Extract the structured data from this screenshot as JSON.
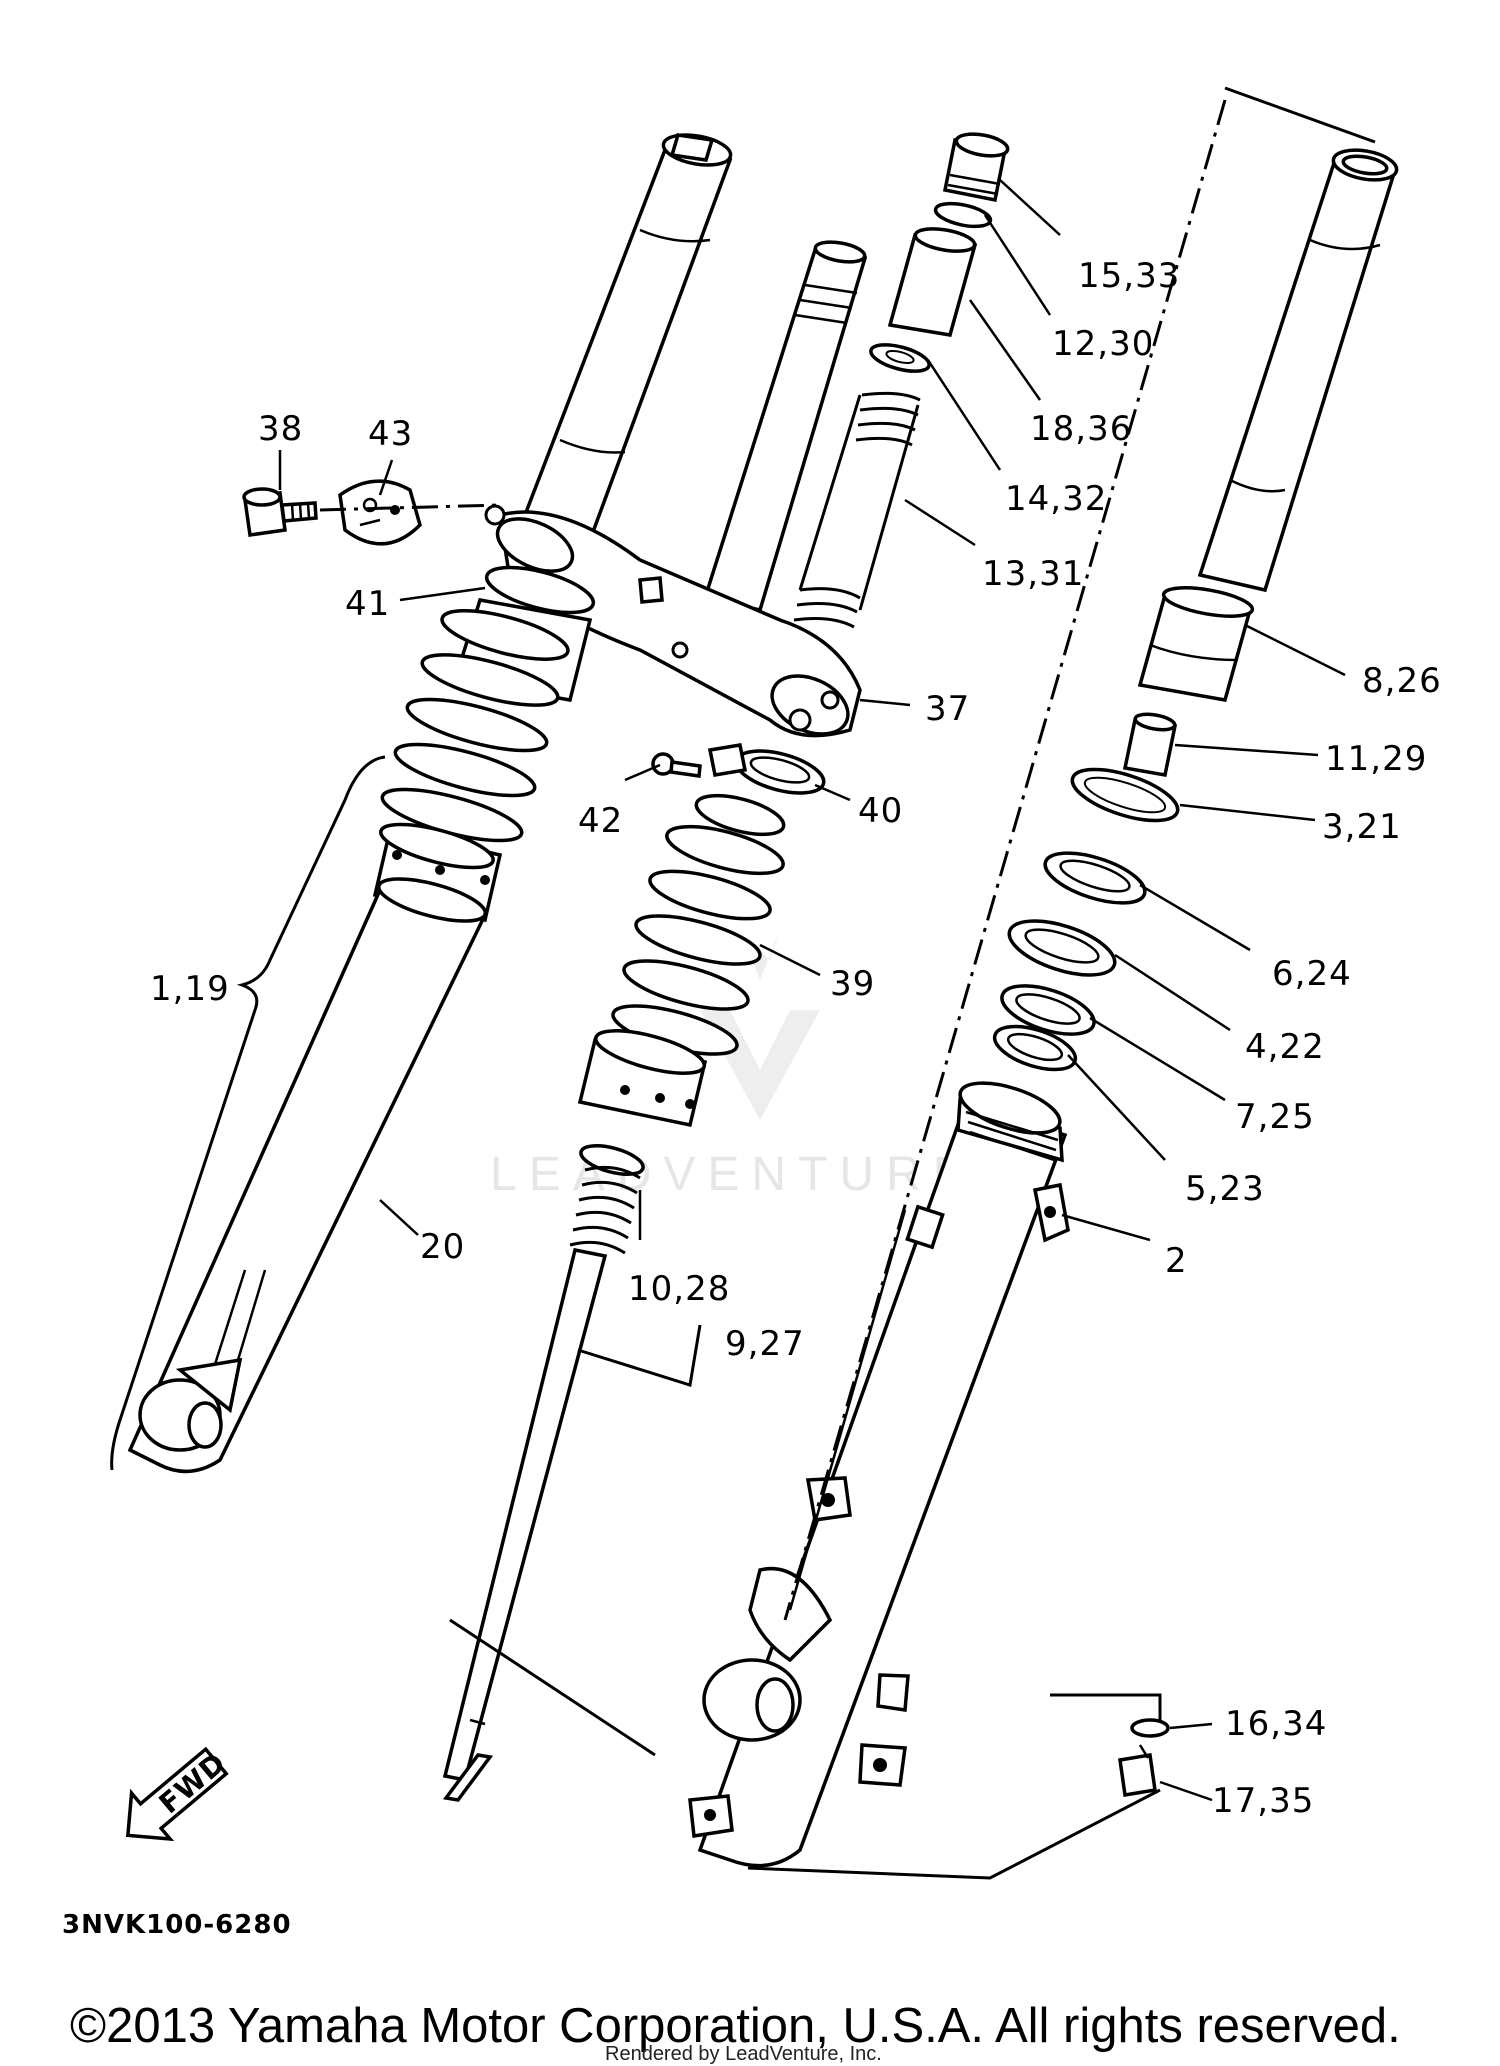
{
  "labels": [
    {
      "id": "p15-33",
      "text": "15,33"
    },
    {
      "id": "p12-30",
      "text": "12,30"
    },
    {
      "id": "p18-36",
      "text": "18,36"
    },
    {
      "id": "p14-32",
      "text": "14,32"
    },
    {
      "id": "p13-31",
      "text": "13,31"
    },
    {
      "id": "p38",
      "text": "38"
    },
    {
      "id": "p43",
      "text": "43"
    },
    {
      "id": "p41",
      "text": "41"
    },
    {
      "id": "p37",
      "text": "37"
    },
    {
      "id": "p8-26",
      "text": "8,26"
    },
    {
      "id": "p11-29",
      "text": "11,29"
    },
    {
      "id": "p3-21",
      "text": "3,21"
    },
    {
      "id": "p42",
      "text": "42"
    },
    {
      "id": "p40",
      "text": "40"
    },
    {
      "id": "p6-24",
      "text": "6,24"
    },
    {
      "id": "p1-19",
      "text": "1,19"
    },
    {
      "id": "p39",
      "text": "39"
    },
    {
      "id": "p4-22",
      "text": "4,22"
    },
    {
      "id": "p7-25",
      "text": "7,25"
    },
    {
      "id": "p5-23",
      "text": "5,23"
    },
    {
      "id": "p20",
      "text": "20"
    },
    {
      "id": "p2",
      "text": "2"
    },
    {
      "id": "p10-28",
      "text": "10,28"
    },
    {
      "id": "p9-27",
      "text": "9,27"
    },
    {
      "id": "p16-34",
      "text": "16,34"
    },
    {
      "id": "p17-35",
      "text": "17,35"
    }
  ],
  "fwd_arrow_text": "FWD",
  "diagram_code": "3NVK100-6280",
  "watermark": "LEADVENTURE",
  "copyright": "©2013 Yamaha Motor Corporation, U.S.A. All rights reserved.",
  "rendered_by": "Rendered by LeadVenture, Inc."
}
